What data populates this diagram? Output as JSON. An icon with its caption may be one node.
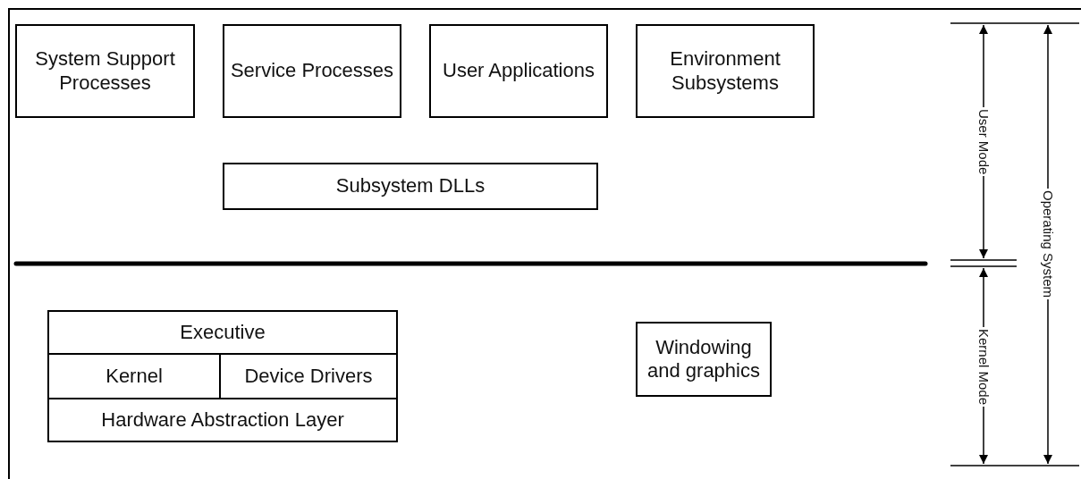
{
  "diagram": {
    "nodes": [
      {
        "text": [
          "System Support Processes"
        ]
      },
      {
        "text": [
          "Service Processes"
        ]
      },
      {
        "text": [
          "User Applications"
        ]
      },
      {
        "text": [
          "Environment Subsystems"
        ]
      },
      {
        "text": [
          "Subsystem DLLs"
        ]
      },
      {
        "text": [
          "Executive"
        ]
      },
      {
        "text": [
          "Kernel"
        ]
      },
      {
        "text": [
          "Device Drivers"
        ]
      },
      {
        "text": [
          "Hardware Abstraction Layer"
        ]
      },
      {
        "text": [
          "Windowing and graphics"
        ]
      }
    ],
    "edges": [],
    "labels": [
      "User Mode",
      "Kernel Mode",
      "Operating System"
    ]
  }
}
